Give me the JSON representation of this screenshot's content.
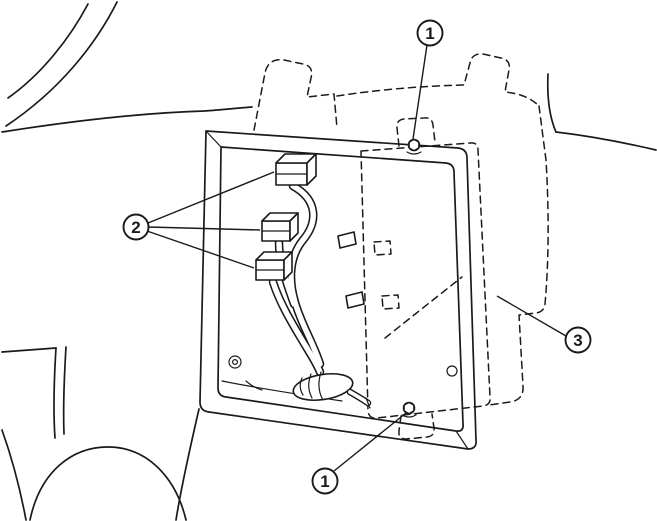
{
  "colors": {
    "line": "#1a1a1a",
    "background": "#ffffff"
  },
  "callouts": [
    {
      "label": "1"
    },
    {
      "label": "2"
    },
    {
      "label": "3"
    },
    {
      "label": "1"
    }
  ]
}
